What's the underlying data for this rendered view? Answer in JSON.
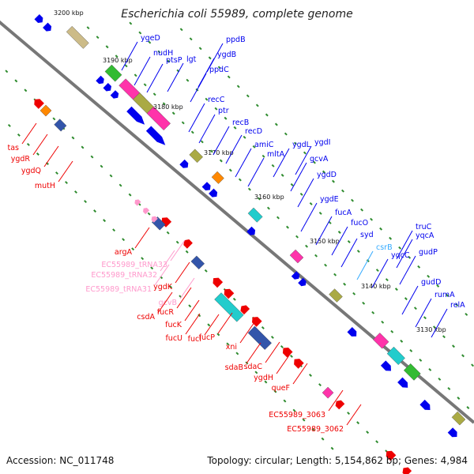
{
  "title": "Escherichia coli 55989, complete genome",
  "footer": {
    "accession": "Accession: NC_011748",
    "summary": "Topology: circular; Length: 5,154,862 bp; Genes: 4,984"
  },
  "colors": {
    "backbone": "#777777",
    "ruler_dots": "#2e8b2e",
    "forward_genes": "#0000ee",
    "reverse_genes": "#ee0000",
    "rna_genes": "#ff99cc",
    "light_blue": "#33aaff",
    "cog_boxes": [
      "#ff33aa",
      "#22cccc",
      "#33bb33",
      "#aaaa44",
      "#3355aa",
      "#ff8800",
      "#ccbb88",
      "#6666cc"
    ]
  },
  "scale_labels": [
    "3200 kbp",
    "3190 kbp",
    "3180 kbp",
    "3170 kbp",
    "3160 kbp",
    "3150 kbp",
    "3140 kbp",
    "3130 kbp"
  ],
  "upper_genes": [
    "ygeD",
    "nudH",
    "ptsP",
    "lgt",
    "ppdB",
    "ygdB",
    "ppdC",
    "recC",
    "ptr",
    "recB",
    "recD",
    "amiC",
    "mltA",
    "ygdL",
    "ygdI",
    "gcvA",
    "ygdD",
    "ygdE",
    "fucA",
    "fucO",
    "syd",
    "csrB",
    "truC",
    "yqcA",
    "yqcC",
    "gudP",
    "gudD",
    "rumA",
    "relA"
  ],
  "lower_genes": [
    "tas",
    "ygdR",
    "ygdQ",
    "mutH",
    "argA",
    "EC55989_tRNA33",
    "EC55989_tRNA32",
    "EC55989_tRNA31",
    "ygdK",
    "gcvB",
    "csdA",
    "fucR",
    "fucK",
    "fucU",
    "fucI",
    "fucP",
    "xni",
    "sdaB",
    "sdaC",
    "ygdH",
    "queF",
    "EC55989_3063",
    "EC55989_3062"
  ]
}
